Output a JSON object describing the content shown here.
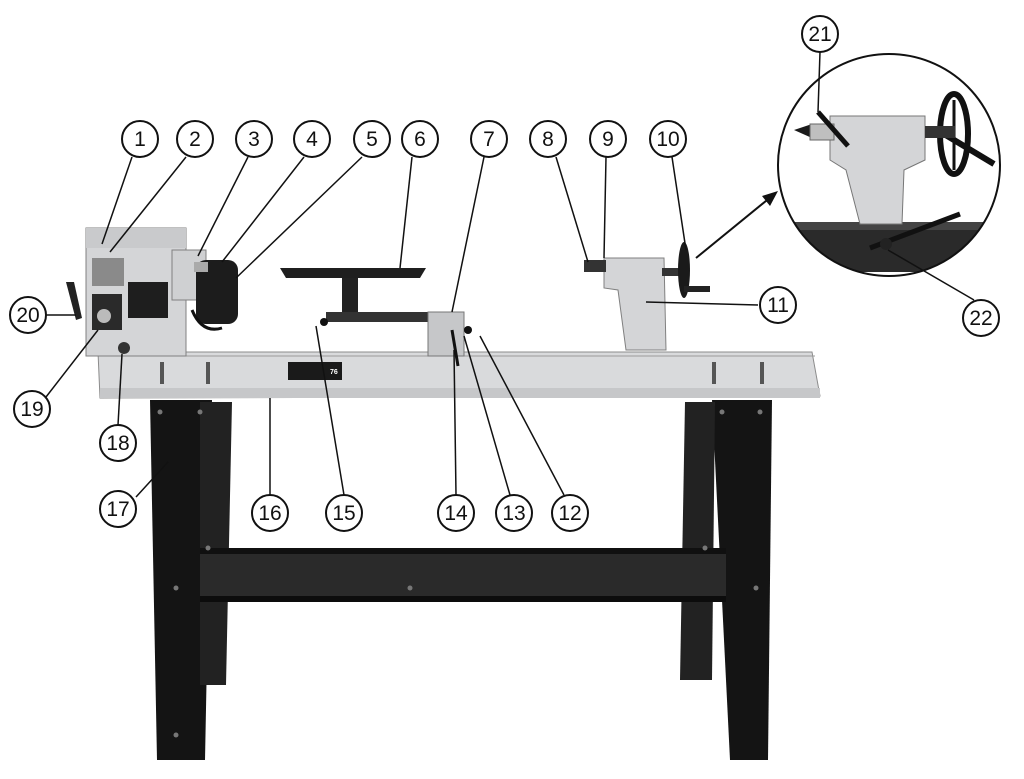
{
  "diagram": {
    "kind": "exploded parts callout of a wood lathe on a stand",
    "colors": {
      "background": "#ffffff",
      "bed": "#d9dadc",
      "castings": "#d4d5d7",
      "stand": "#141414",
      "motor": "#1c1c1c",
      "line": "#111111"
    },
    "nameplate": "76",
    "callouts": [
      {
        "n": "1"
      },
      {
        "n": "2"
      },
      {
        "n": "3"
      },
      {
        "n": "4"
      },
      {
        "n": "5"
      },
      {
        "n": "6"
      },
      {
        "n": "7"
      },
      {
        "n": "8"
      },
      {
        "n": "9"
      },
      {
        "n": "10"
      },
      {
        "n": "11"
      },
      {
        "n": "12"
      },
      {
        "n": "13"
      },
      {
        "n": "14"
      },
      {
        "n": "15"
      },
      {
        "n": "16"
      },
      {
        "n": "17"
      },
      {
        "n": "18"
      },
      {
        "n": "19"
      },
      {
        "n": "20"
      },
      {
        "n": "21"
      },
      {
        "n": "22"
      }
    ]
  }
}
